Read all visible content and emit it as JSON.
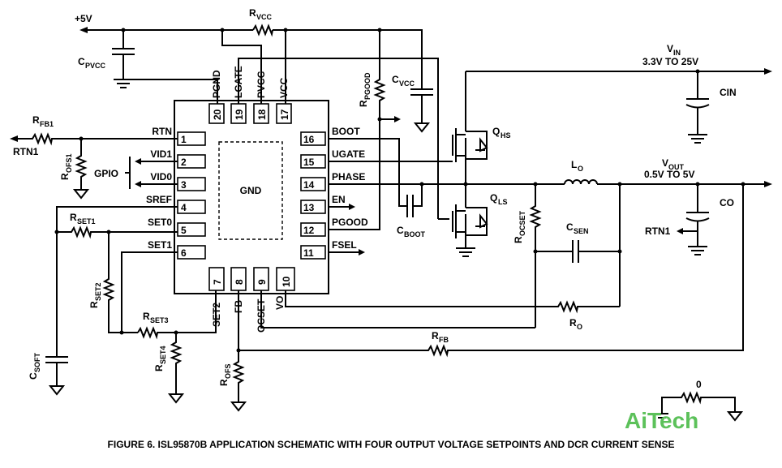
{
  "supply": {
    "label": "+5V"
  },
  "vin": {
    "label": "V",
    "sub": "IN",
    "range": "3.3V TO 25V"
  },
  "vout": {
    "label": "V",
    "sub": "OUT",
    "range": "0.5V TO 5V"
  },
  "ic": {
    "center": "GND",
    "top_pins": [
      {
        "num": "20",
        "name": "PGND"
      },
      {
        "num": "19",
        "name": "LGATE"
      },
      {
        "num": "18",
        "name": "PVCC"
      },
      {
        "num": "17",
        "name": "VCC"
      }
    ],
    "left_pins": [
      {
        "num": "1",
        "name": "RTN"
      },
      {
        "num": "2",
        "name": "VID1"
      },
      {
        "num": "3",
        "name": "VID0"
      },
      {
        "num": "4",
        "name": "SREF"
      },
      {
        "num": "5",
        "name": "SET0"
      },
      {
        "num": "6",
        "name": "SET1"
      }
    ],
    "right_pins": [
      {
        "num": "16",
        "name": "BOOT"
      },
      {
        "num": "15",
        "name": "UGATE"
      },
      {
        "num": "14",
        "name": "PHASE"
      },
      {
        "num": "13",
        "name": "EN"
      },
      {
        "num": "12",
        "name": "PGOOD"
      },
      {
        "num": "11",
        "name": "FSEL"
      }
    ],
    "bottom_pins": [
      {
        "num": "7",
        "name": "SET2"
      },
      {
        "num": "8",
        "name": "FB"
      },
      {
        "num": "9",
        "name": "OCSET"
      },
      {
        "num": "10",
        "name": "VO"
      }
    ]
  },
  "components": {
    "rvcc": {
      "main": "R",
      "sub": "VCC"
    },
    "cpvcc": {
      "main": "C",
      "sub": "PVCC"
    },
    "rpgood": {
      "main": "R",
      "sub": "PGOOD"
    },
    "cvcc": {
      "main": "C",
      "sub": "VCC"
    },
    "rfb1": {
      "main": "R",
      "sub": "FB1"
    },
    "rofs1": {
      "main": "R",
      "sub": "OFS1"
    },
    "rset1": {
      "main": "R",
      "sub": "SET1"
    },
    "rset2": {
      "main": "R",
      "sub": "SET2"
    },
    "rset3": {
      "main": "R",
      "sub": "SET3"
    },
    "rset4": {
      "main": "R",
      "sub": "SET4"
    },
    "csoft": {
      "main": "C",
      "sub": "SOFT"
    },
    "rofs": {
      "main": "R",
      "sub": "OFS"
    },
    "rfb": {
      "main": "R",
      "sub": "FB"
    },
    "ro": {
      "main": "R",
      "sub": "O"
    },
    "rocset": {
      "main": "R",
      "sub": "OCSET"
    },
    "csen": {
      "main": "C",
      "sub": "SEN"
    },
    "lo": {
      "main": "L",
      "sub": "O"
    },
    "cboot": {
      "main": "C",
      "sub": "BOOT"
    },
    "qhs": {
      "main": "Q",
      "sub": "HS"
    },
    "qls": {
      "main": "Q",
      "sub": "LS"
    },
    "cin": {
      "main": "CIN"
    },
    "co": {
      "main": "CO"
    }
  },
  "nets": {
    "rtn1_left": "RTN1",
    "rtn1_right": "RTN1",
    "gpio": "GPIO",
    "zero_ohm": "0"
  },
  "watermark": "AiTech",
  "caption": "FIGURE 6. ISL95870B APPLICATION SCHEMATIC WITH FOUR OUTPUT VOLTAGE SETPOINTS AND DCR CURRENT SENSE"
}
